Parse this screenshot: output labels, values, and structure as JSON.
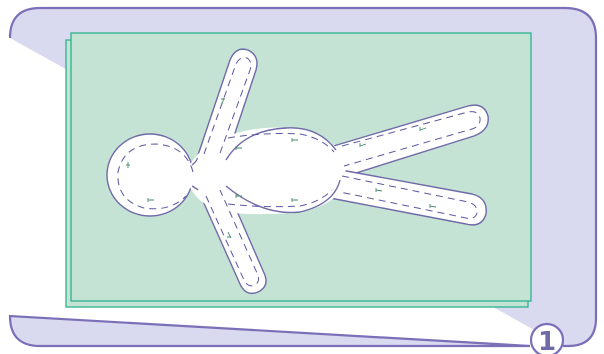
{
  "step_badge": {
    "label": "1"
  },
  "colors": {
    "frame_fill": "#d9d9ef",
    "frame_stroke": "#7b6fb8",
    "fabric_fill": "#c5e3d4",
    "fabric_stroke": "#2bb28d",
    "figure_fill": "#ffffff",
    "figure_outline": "#6f6aa8",
    "stitch_line": "#5a56a0",
    "stitch_arrow": "#4a8a6a"
  },
  "icons": {
    "step_marker": "circled-number",
    "stitch": "dashed-stitch-arrow"
  }
}
